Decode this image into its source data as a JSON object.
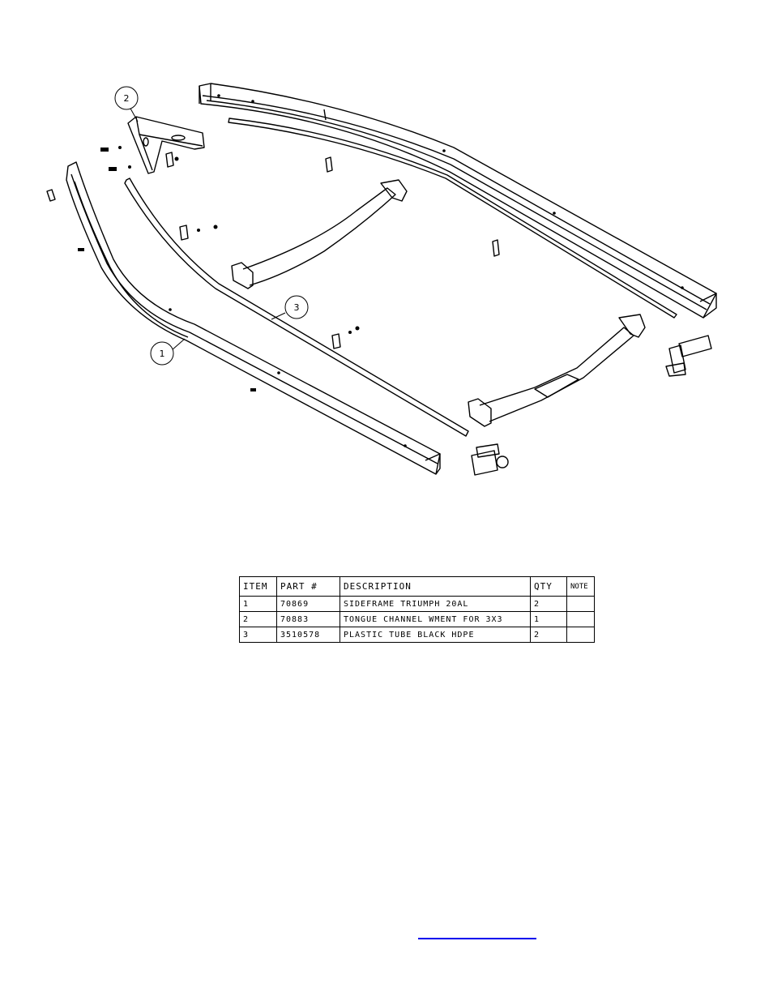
{
  "drawing": {
    "balloons": [
      {
        "label": "1",
        "leader_to": "sideframe"
      },
      {
        "label": "2",
        "leader_to": "tongue-channel"
      },
      {
        "label": "3",
        "leader_to": "plastic-tube"
      }
    ]
  },
  "bom": {
    "headers": {
      "item": "ITEM",
      "part": "PART #",
      "description": "DESCRIPTION",
      "qty": "QTY",
      "note": "NOTE"
    },
    "rows": [
      {
        "item": "1",
        "part": "70869",
        "description": "SIDEFRAME TRIUMPH 20AL",
        "qty": "2",
        "note": ""
      },
      {
        "item": "2",
        "part": "70883",
        "description": "TONGUE CHANNEL WMENT FOR 3X3",
        "qty": "1",
        "note": ""
      },
      {
        "item": "3",
        "part": "3510578",
        "description": "PLASTIC TUBE BLACK HDPE",
        "qty": "2",
        "note": ""
      }
    ]
  },
  "footer": {
    "link_color": "#0000ee"
  }
}
